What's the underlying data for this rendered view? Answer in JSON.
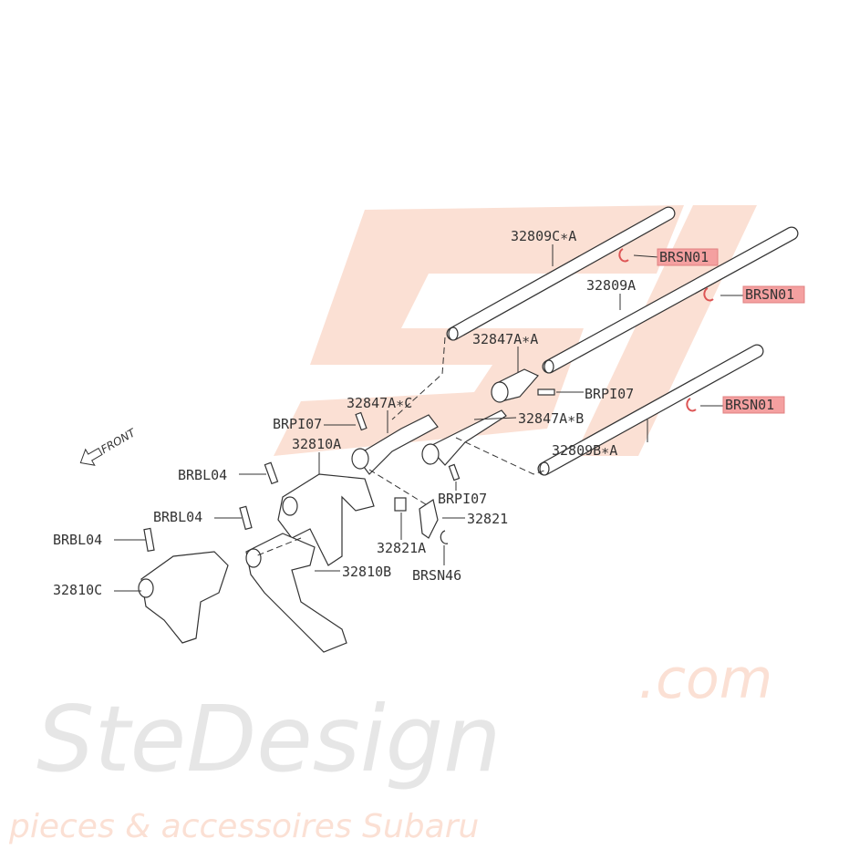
{
  "watermark": {
    "logo": "SD",
    "brand": "SteDesign",
    "domain": ".com",
    "tagline": "pieces & accessoires Subaru"
  },
  "orientation": {
    "label": "FRONT"
  },
  "labels": {
    "shaft_c": "32809C∗A",
    "shaft_a": "32809A",
    "shaft_b": "32809B∗A",
    "snap_ring_1": "BRSN01",
    "snap_ring_2": "BRSN01",
    "snap_ring_3": "BRSN01",
    "rod_end_a": "32847A∗A",
    "rod_end_b": "32847A∗B",
    "rod_end_c": "32847A∗C",
    "pin_1": "BRPI07",
    "pin_2": "BRPI07",
    "pin_3": "BRPI07",
    "fork_a": "32810A",
    "fork_b": "32810B",
    "fork_c": "32810C",
    "bolt_1": "BRBL04",
    "bolt_2": "BRBL04",
    "bolt_3": "BRBL04",
    "interlock": "32821",
    "interlock_bush": "32821A",
    "snap_ring_46": "BRSN46"
  },
  "colors": {
    "highlight": "#f4a0a0",
    "watermark_orange": "#fbe0d4",
    "watermark_grey": "#e6e6e6"
  }
}
